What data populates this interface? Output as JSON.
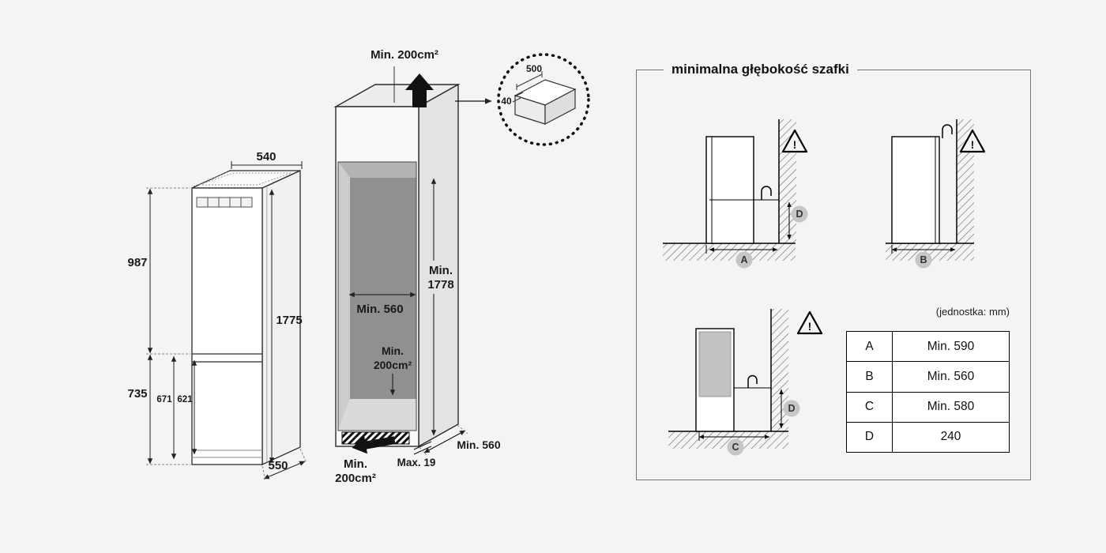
{
  "colors": {
    "background": "#f4f4f4"
  },
  "fridge": {
    "top_width": "540",
    "upper_height": "987",
    "total_height": "1775",
    "lower_height": "735",
    "inner_height_a": "671",
    "inner_height_b": "621",
    "depth": "550"
  },
  "cabinet": {
    "top_vent": "Min. 200cm²",
    "inner_width": "Min. 560",
    "inner_height_l1": "Min.",
    "inner_height_l2": "1778",
    "interior_vent_l1": "Min.",
    "interior_vent_l2": "200cm²",
    "front_vent_l1": "Min.",
    "front_vent_l2": "200cm²",
    "base_max": "Max. 19",
    "depth": "Min. 560"
  },
  "detail": {
    "width": "500",
    "gap": "40"
  },
  "panel": {
    "title": "minimalna głębokość szafki",
    "unit_note": "(jednostka: mm)",
    "warning": "!",
    "diagram_labels": {
      "a": "A",
      "b": "B",
      "c": "C",
      "d": "D"
    },
    "table": {
      "rows": [
        {
          "key": "A",
          "value": "Min. 590"
        },
        {
          "key": "B",
          "value": "Min. 560"
        },
        {
          "key": "C",
          "value": "Min. 580"
        },
        {
          "key": "D",
          "value": "240"
        }
      ]
    }
  }
}
